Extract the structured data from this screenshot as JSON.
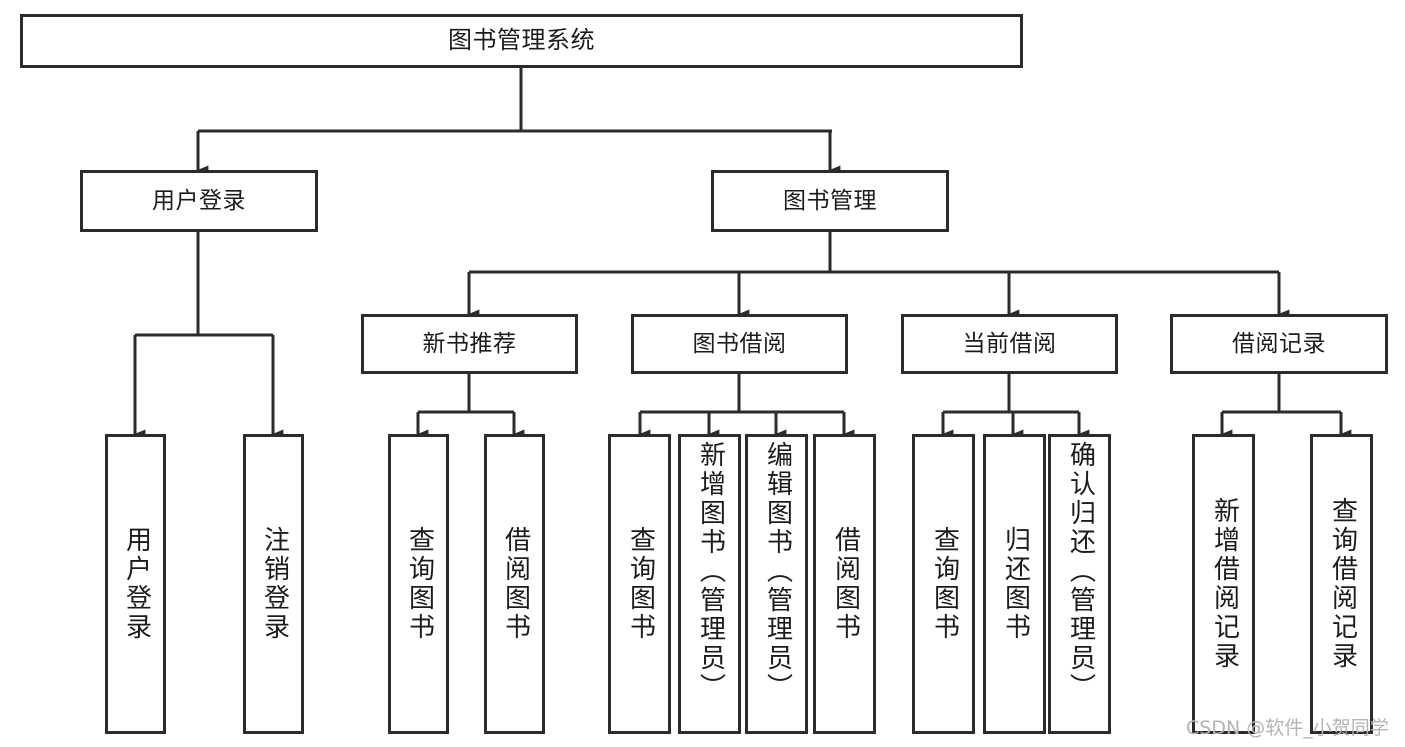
{
  "diagram": {
    "title": "图书管理系统",
    "type": "tree-hierarchy-chart",
    "watermark": "CSDN @软件_小贺同学",
    "colors": {
      "stroke": "#2b2b2b",
      "fill": "#ffffff",
      "text": "#1c1c1c",
      "watermark": "#b4b4b4"
    }
  },
  "nodes": {
    "root": {
      "label": "图书管理系统"
    },
    "level2": [
      {
        "id": "user-login",
        "label": "用户登录"
      },
      {
        "id": "book-management",
        "label": "图书管理"
      }
    ],
    "level3": [
      {
        "id": "new-book-recommend",
        "label": "新书推荐"
      },
      {
        "id": "book-borrow",
        "label": "图书借阅"
      },
      {
        "id": "current-borrow",
        "label": "当前借阅"
      },
      {
        "id": "borrow-record",
        "label": "借阅记录"
      }
    ],
    "leaves": {
      "user-login": [
        {
          "id": "leaf-user-login",
          "label": "用户登录"
        },
        {
          "id": "leaf-logout-login",
          "label": "注销登录"
        }
      ],
      "new-book-recommend": [
        {
          "id": "leaf-query-book-1",
          "label": "查询图书"
        },
        {
          "id": "leaf-borrow-book-1",
          "label": "借阅图书"
        }
      ],
      "book-borrow": [
        {
          "id": "leaf-query-book-2",
          "label": "查询图书"
        },
        {
          "id": "leaf-add-book-admin",
          "label": "新增图书（管理员）"
        },
        {
          "id": "leaf-edit-book-admin",
          "label": "编辑图书（管理员）"
        },
        {
          "id": "leaf-borrow-book-2",
          "label": "借阅图书"
        }
      ],
      "current-borrow": [
        {
          "id": "leaf-query-book-3",
          "label": "查询图书"
        },
        {
          "id": "leaf-return-book",
          "label": "归还图书"
        },
        {
          "id": "leaf-confirm-return-admin",
          "label": "确认归还（管理员）"
        }
      ],
      "borrow-record": [
        {
          "id": "leaf-add-borrow-record",
          "label": "新增借阅记录"
        },
        {
          "id": "leaf-query-borrow-record",
          "label": "查询借阅记录"
        }
      ]
    }
  }
}
